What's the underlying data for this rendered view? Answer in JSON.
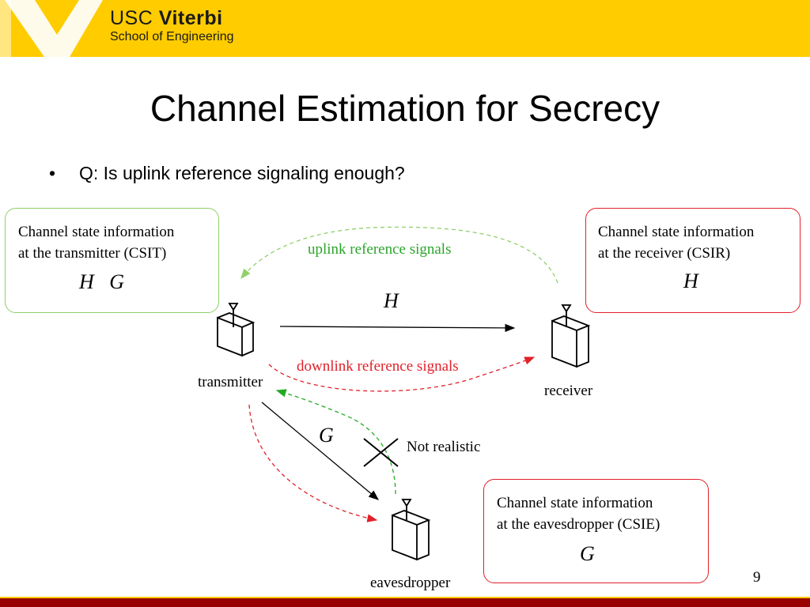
{
  "header": {
    "brand_line1_light": "USC ",
    "brand_line1_bold": "Viterbi",
    "brand_line2": "School of Engineering",
    "brand_color": "#FFCC00",
    "footer_color": "#990000"
  },
  "title": "Channel Estimation for Secrecy",
  "bullet": {
    "marker": "•",
    "text": "Q: Is uplink reference signaling enough?"
  },
  "boxes": {
    "csit": {
      "line1": "Channel state information",
      "line2": "at the transmitter (CSIT)",
      "symbols": "H   G"
    },
    "csir": {
      "line1": "Channel state information",
      "line2": "at the receiver (CSIR)",
      "symbols": "H"
    },
    "csie": {
      "line1": "Channel state information",
      "line2": "at the eavesdropper (CSIE)",
      "symbols": "G"
    }
  },
  "nodes": {
    "transmitter": "transmitter",
    "receiver": "receiver",
    "eavesdropper": "eavesdropper"
  },
  "links": {
    "uplink_label": "uplink reference signals",
    "downlink_label": "downlink reference signals",
    "channel_h": "H",
    "channel_g": "G",
    "not_realistic": "Not realistic"
  },
  "colors": {
    "uplink": "#8fd06a",
    "downlink": "#e2202a",
    "eave_uplink": "#22aa22"
  },
  "page_number": "9"
}
